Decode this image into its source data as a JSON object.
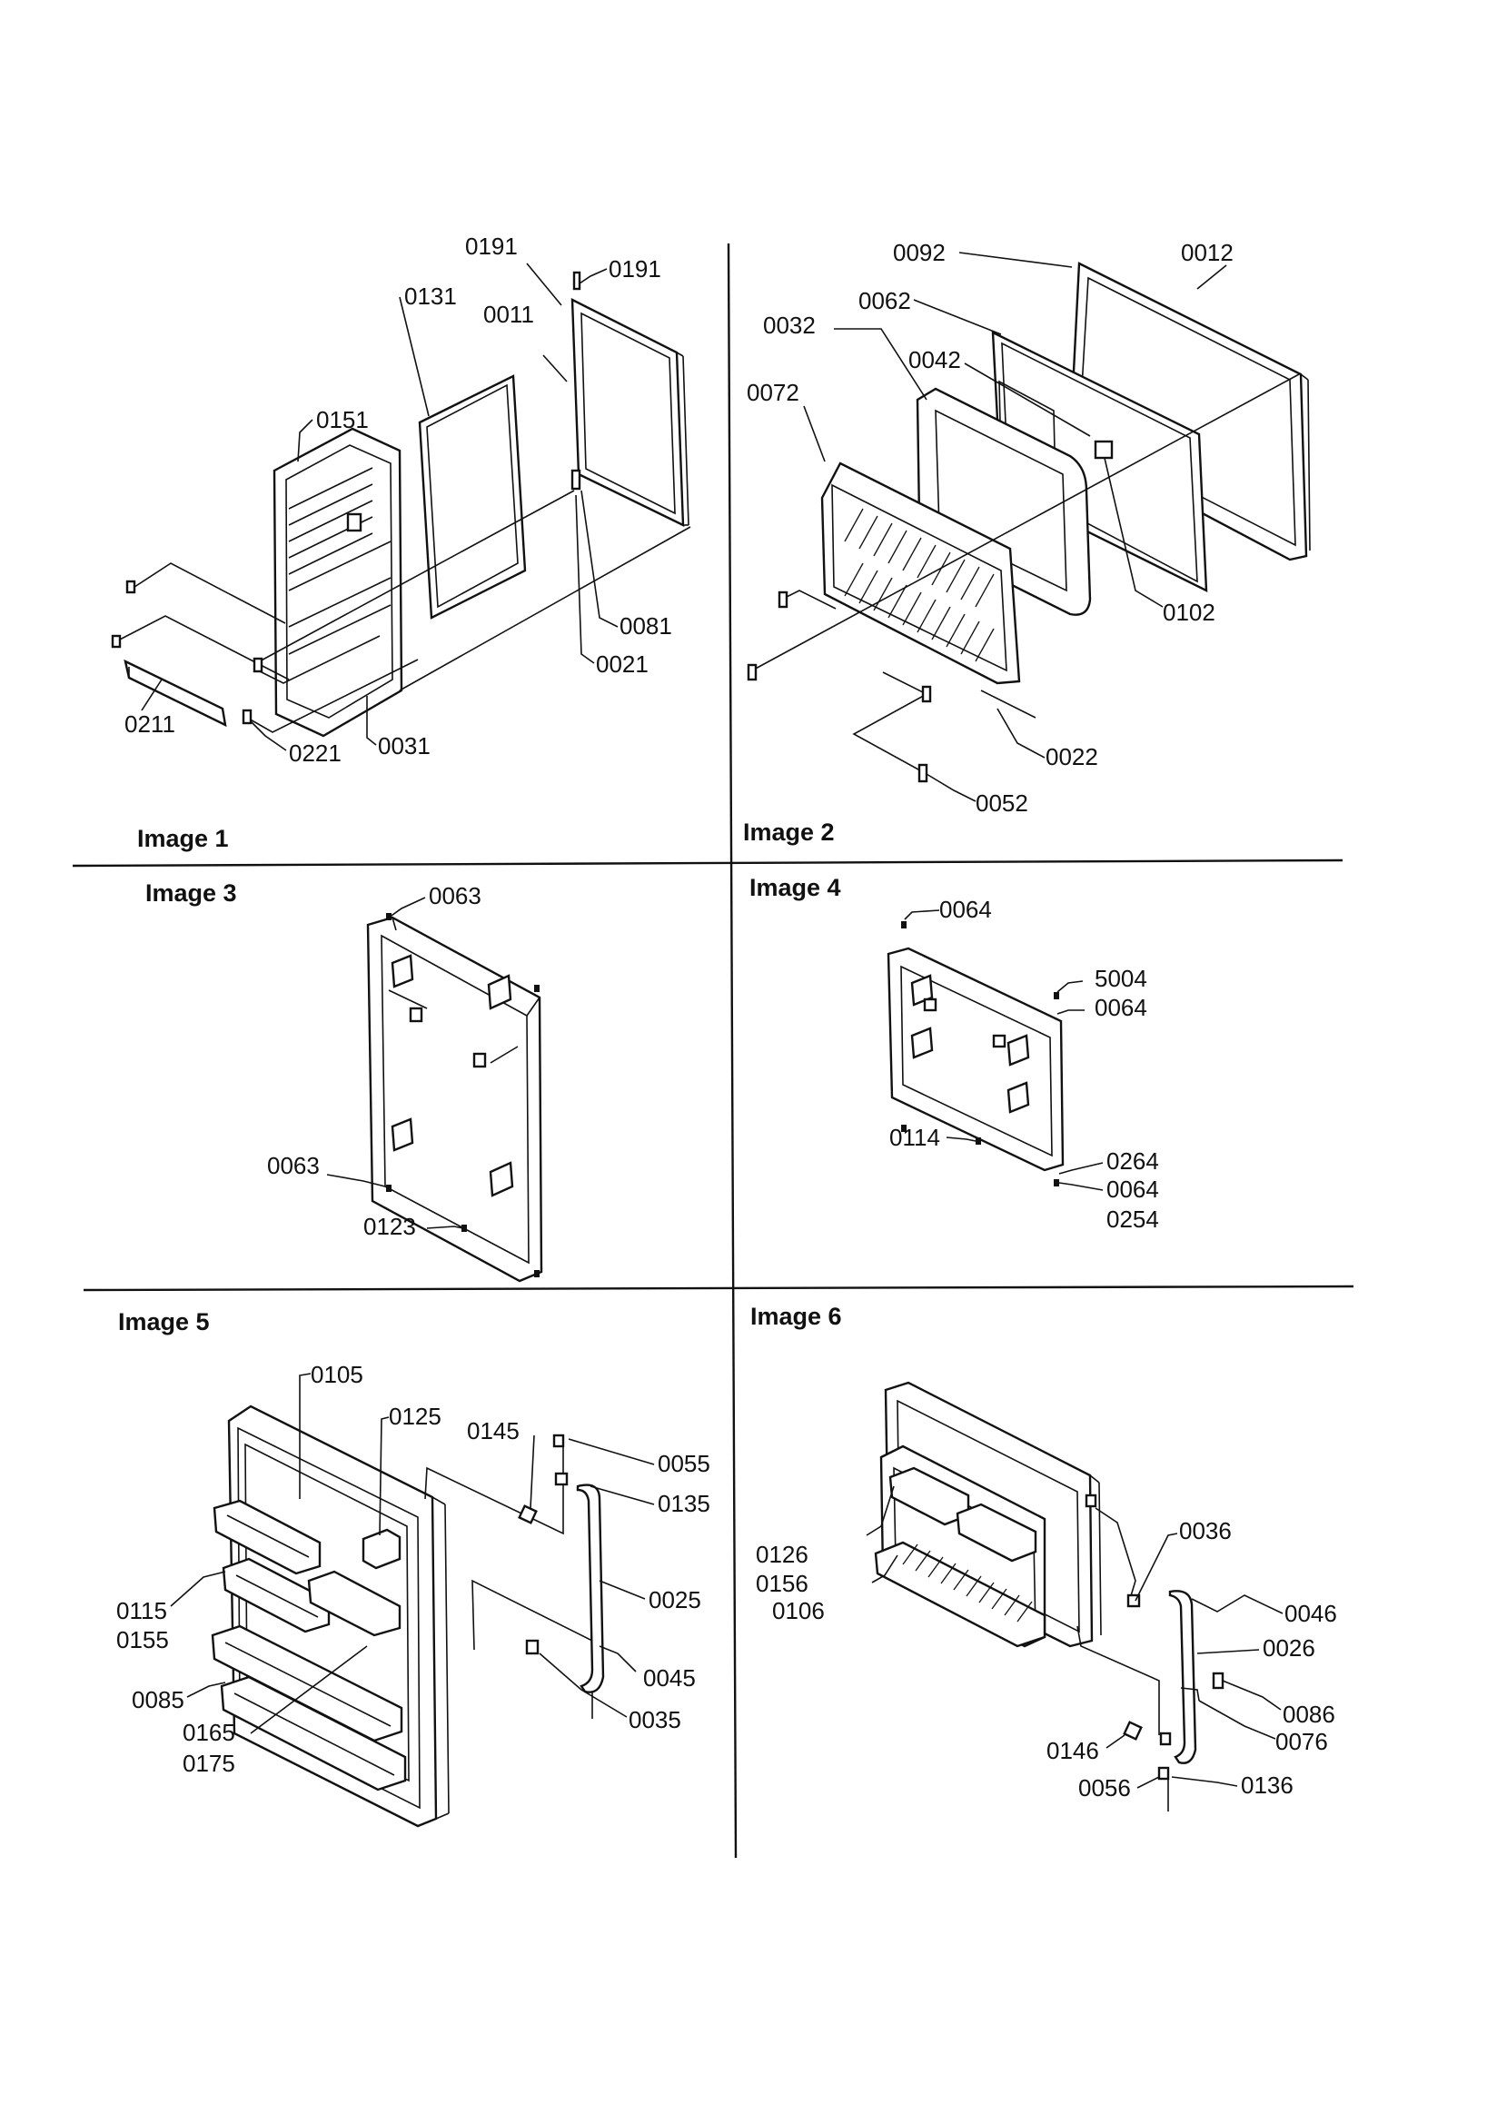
{
  "panels": [
    {
      "title": "Image 1",
      "labels": [
        "0191",
        "0191",
        "0131",
        "0011",
        "0151",
        "0081",
        "0021",
        "0211",
        "0221",
        "0031"
      ]
    },
    {
      "title": "Image 2",
      "labels": [
        "0092",
        "0012",
        "0062",
        "0032",
        "0042",
        "0072",
        "0102",
        "0022",
        "0052"
      ]
    },
    {
      "title": "Image 3",
      "labels": [
        "0063",
        "0063",
        "0123"
      ]
    },
    {
      "title": "Image 4",
      "labels": [
        "0064",
        "5004",
        "0064",
        "0114",
        "0264",
        "0064",
        "0254"
      ]
    },
    {
      "title": "Image 5",
      "labels": [
        "0105",
        "0125",
        "0145",
        "0055",
        "0135",
        "0025",
        "0115",
        "0155",
        "0045",
        "0085",
        "0035",
        "0165",
        "0175"
      ]
    },
    {
      "title": "Image 6",
      "labels": [
        "0036",
        "0126",
        "0156",
        "0106",
        "0046",
        "0026",
        "0086",
        "0076",
        "0146",
        "0136",
        "0056"
      ]
    }
  ]
}
